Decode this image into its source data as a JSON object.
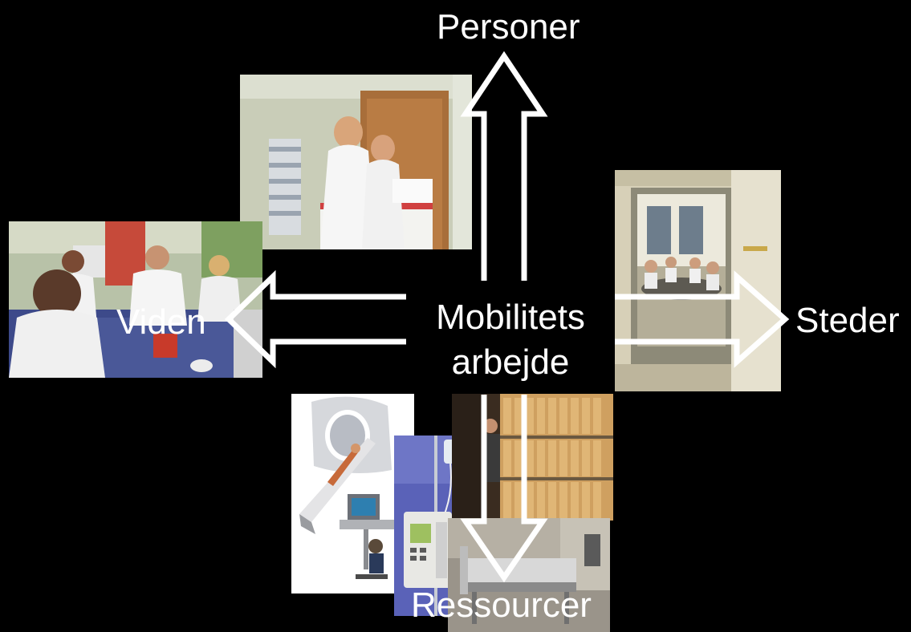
{
  "diagram": {
    "center_line1": "Mobilitets",
    "center_line2": "arbejde",
    "top_label": "Personer",
    "right_label": "Steder",
    "left_label": "Viden",
    "bottom_label": "Ressourcer"
  },
  "colors": {
    "background": "#000000",
    "arrow_stroke": "#ffffff",
    "text": "#ffffff"
  },
  "photos": [
    "nurses-at-desk-photo",
    "conference-room-photo",
    "nurses-at-table-photo",
    "ct-scanner-photo",
    "infusion-pump-photo",
    "records-archive-photo",
    "hospital-bed-photo"
  ]
}
